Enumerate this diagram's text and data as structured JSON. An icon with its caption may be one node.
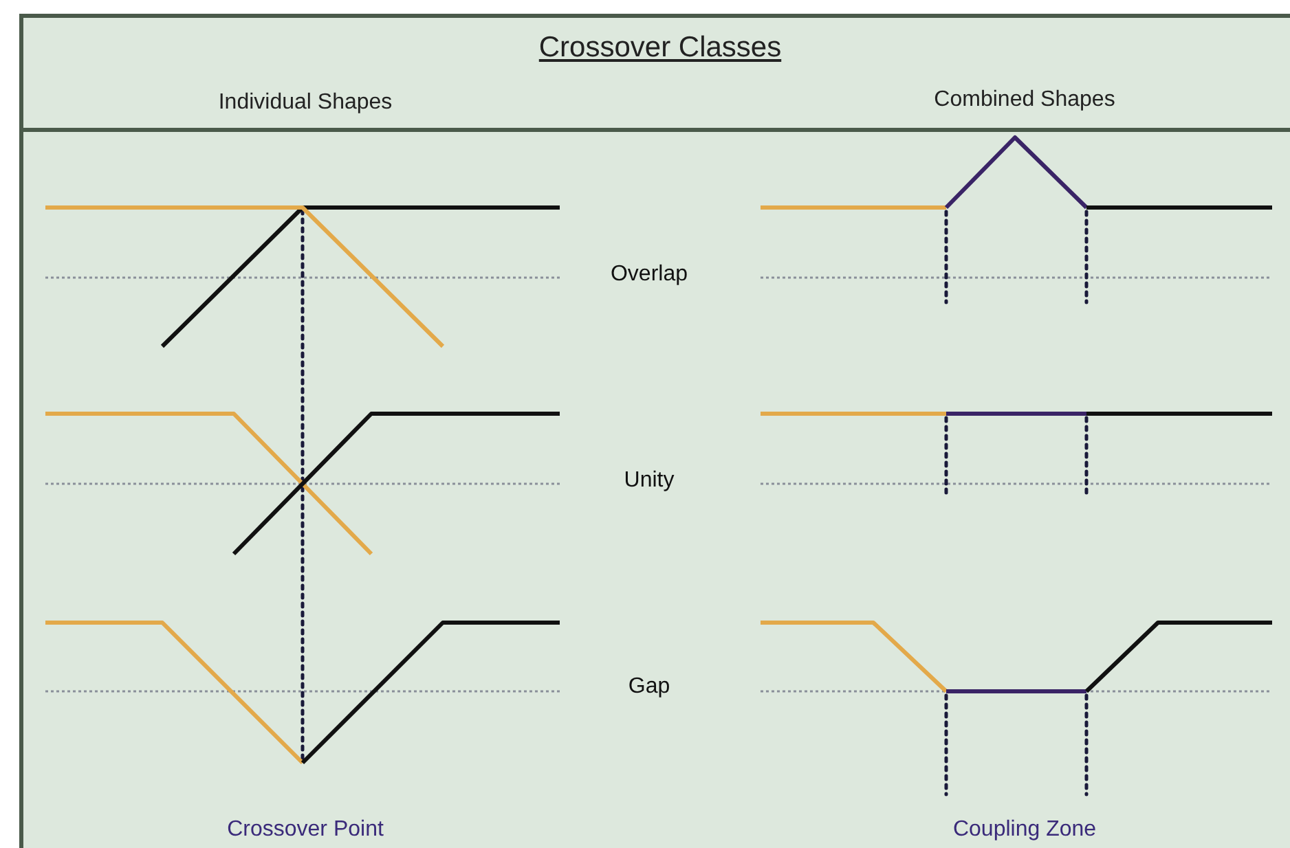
{
  "diagram": {
    "title": "Crossover Classes",
    "labels": [
      "Individual Shapes",
      "Combined Shapes",
      "Overlap",
      "Unity",
      "Gap",
      "Crossover Point",
      "Coupling Zone"
    ]
  }
}
